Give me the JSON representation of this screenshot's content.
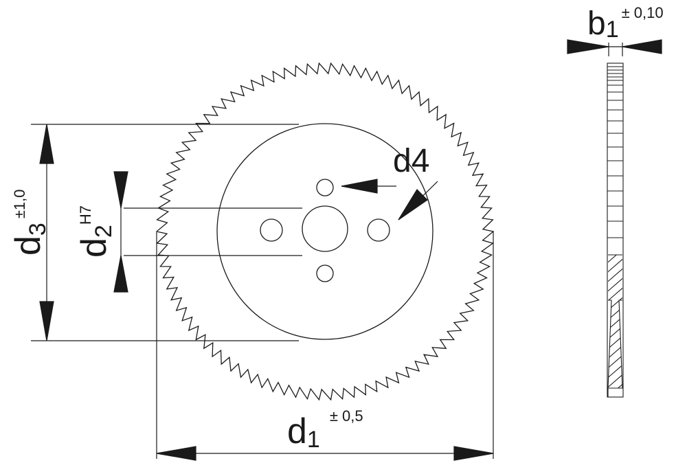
{
  "labels": {
    "d1": {
      "main": "d",
      "sub": "1",
      "tol": "± 0,5"
    },
    "d2": {
      "main": "d",
      "sub": "2",
      "tol": "H7"
    },
    "d3": {
      "main": "d",
      "sub": "3",
      "tol": "±1,0"
    },
    "d4": {
      "main": "d4"
    },
    "b1": {
      "main": "b",
      "sub": "1",
      "tol": "± 0,10"
    }
  },
  "colors": {
    "line": "#1a1a1a",
    "background": "#ffffff"
  }
}
